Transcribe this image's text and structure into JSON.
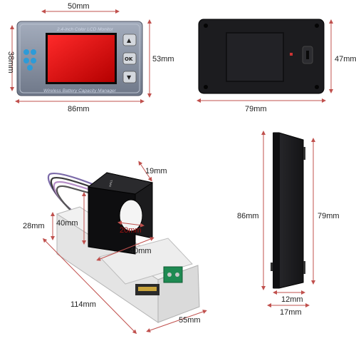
{
  "front_view": {
    "top_label": "2.4-inch Color LCD Monitor",
    "bottom_label": "Wireless Battery Capacity Manager",
    "buttons": [
      "▲",
      "OK",
      "▼"
    ],
    "dimensions": {
      "screen_width": "50mm",
      "height": "38mm",
      "outer_height": "53mm",
      "width": "86mm"
    }
  },
  "back_view": {
    "dimensions": {
      "height": "47mm",
      "width": "79mm"
    }
  },
  "side_view": {
    "dimensions": {
      "height_outer": "86mm",
      "height_inner": "79mm",
      "depth_front": "12mm",
      "depth_total": "17mm"
    }
  },
  "shunt_module": {
    "dimensions": {
      "sensor_thickness": "19mm",
      "sensor_height": "40mm",
      "hole": "20mm",
      "sensor_width": "40mm",
      "base_height": "28mm",
      "base_length": "114mm",
      "base_width": "55mm"
    }
  },
  "colors": {
    "dimension_line": "#c0504d",
    "panel_body": "#8c95a6",
    "screen": "#cc1010",
    "device_black": "#1b1b1d",
    "base_white": "#e9e9e9",
    "terminal_green": "#1e8a52"
  }
}
